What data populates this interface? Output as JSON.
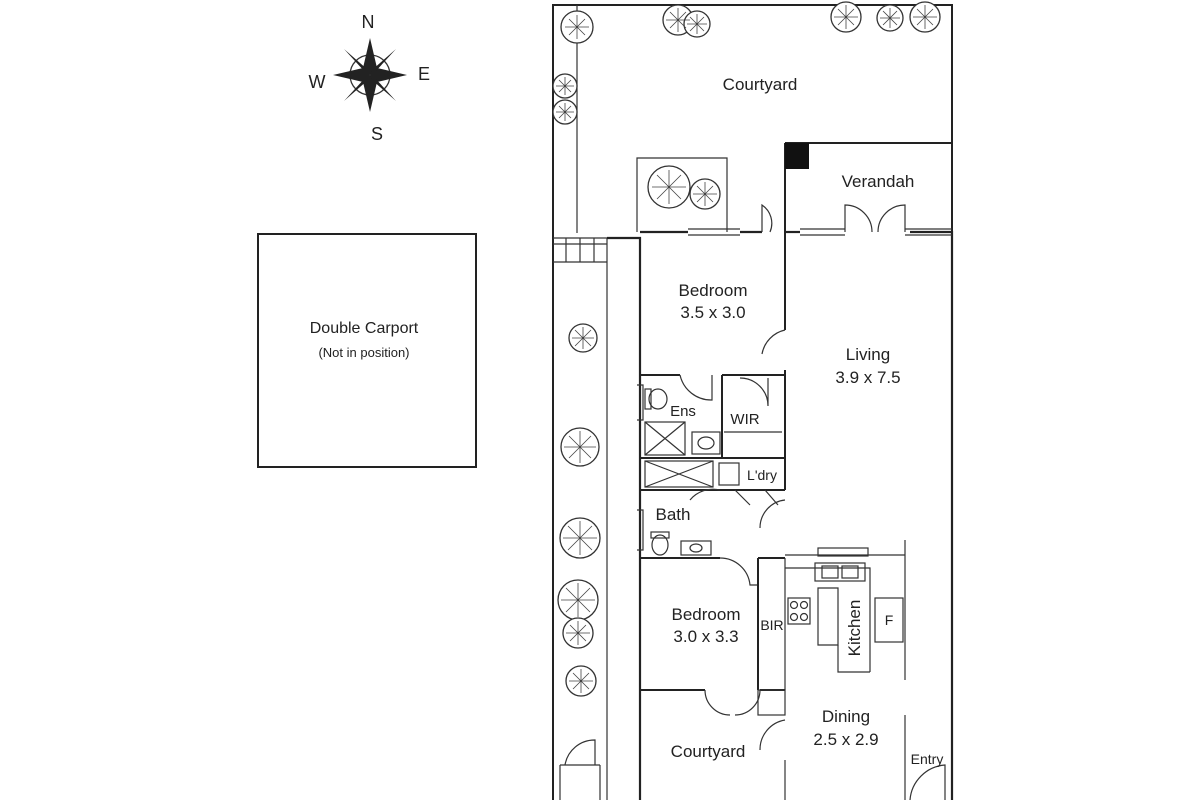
{
  "compass": {
    "n": "N",
    "s": "S",
    "e": "E",
    "w": "W"
  },
  "carport": {
    "title": "Double Carport",
    "note": "(Not in position)"
  },
  "rooms": {
    "courtyard_top": "Courtyard",
    "verandah": "Verandah",
    "bedroom1_name": "Bedroom",
    "bedroom1_size": "3.5 x 3.0",
    "living_name": "Living",
    "living_size": "3.9 x 7.5",
    "ens": "Ens",
    "wir": "WIR",
    "ldry": "L'dry",
    "bath": "Bath",
    "bedroom2_name": "Bedroom",
    "bedroom2_size": "3.0 x 3.3",
    "bir": "BIR",
    "kitchen": "Kitchen",
    "fridge": "F",
    "dining_name": "Dining",
    "dining_size": "2.5 x 2.9",
    "courtyard_bottom": "Courtyard",
    "entry": "Entry"
  }
}
